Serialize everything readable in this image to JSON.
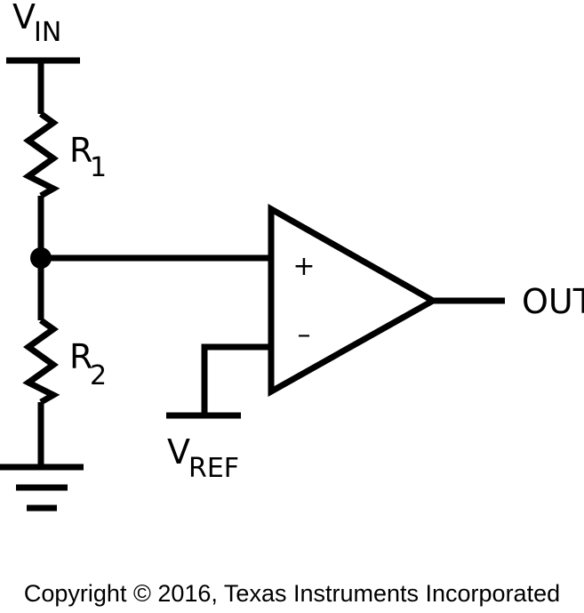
{
  "labels": {
    "vin_main": "V",
    "vin_sub": "IN",
    "r1_main": "R",
    "r1_sub": "1",
    "r2_main": "R",
    "r2_sub": "2",
    "vref_main": "V",
    "vref_sub": "REF",
    "out": "OUT",
    "plus": "+",
    "minus": "–"
  },
  "copyright": "Copyright © 2016, Texas Instruments Incorporated"
}
